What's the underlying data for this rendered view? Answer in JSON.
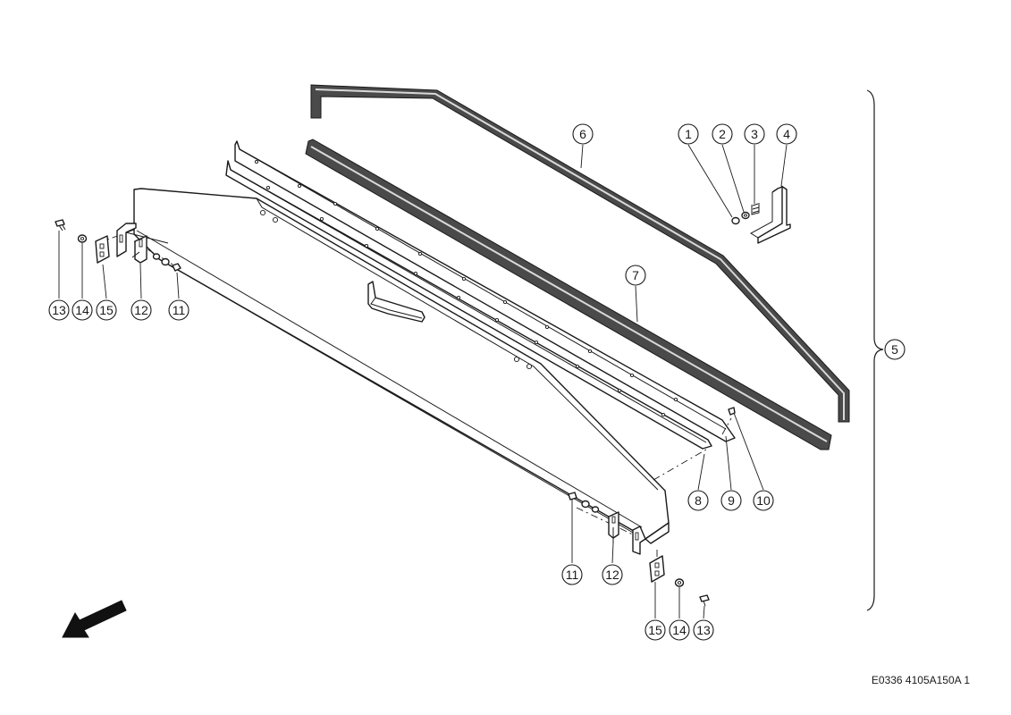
{
  "drawing_ref": "E0336 4105A150A 1",
  "callouts": {
    "c1": "1",
    "c2": "2",
    "c3": "3",
    "c4": "4",
    "c5": "5",
    "c6": "6",
    "c7": "7",
    "c8": "8",
    "c9": "9",
    "c10": "10",
    "c11a": "11",
    "c11b": "11",
    "c12a": "12",
    "c12b": "12",
    "c13a": "13",
    "c13b": "13",
    "c14a": "14",
    "c14b": "14",
    "c15a": "15",
    "c15b": "15"
  },
  "icons": [
    "direction-arrow-icon"
  ],
  "colors": {
    "ink": "#1a1a1a",
    "rubber": "#4a4a4a",
    "background": "#ffffff"
  }
}
